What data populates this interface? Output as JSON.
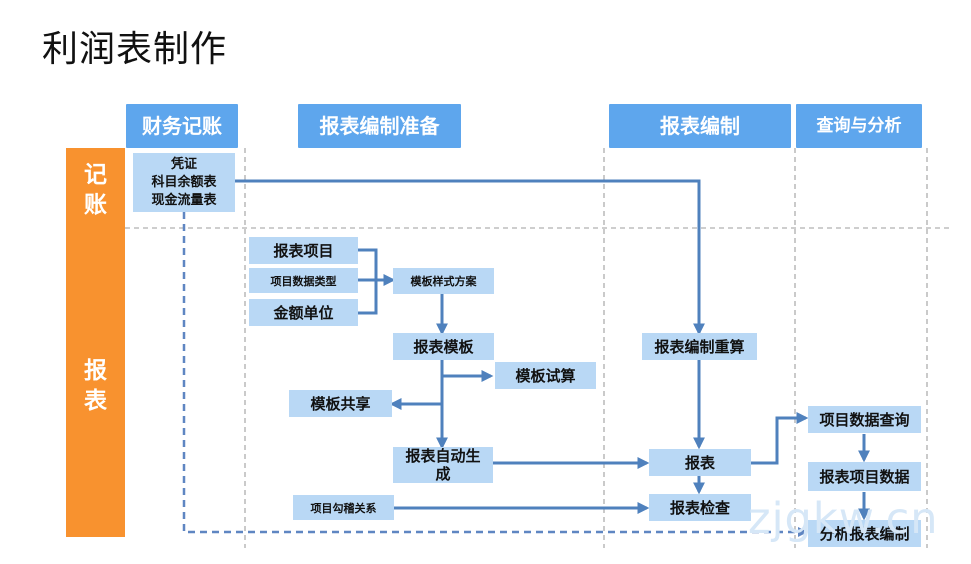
{
  "title": "利润表制作",
  "lanes": {
    "bookkeeping": "财务记账",
    "prep": "报表编制准备",
    "compile": "报表编制",
    "query": "查询与分析"
  },
  "rows": {
    "bookkeeping_label": "记账",
    "report_label": "报表"
  },
  "nodes": {
    "source": [
      "凭证",
      "科目余额表",
      "现金流量表"
    ],
    "report_item": "报表项目",
    "item_data_type": "项目数据类型",
    "amount_unit": "金额单位",
    "template_style": "模板样式方案",
    "report_template": "报表模板",
    "template_trial": "模板试算",
    "template_share": "模板共享",
    "auto_generate": [
      "报表自动生",
      "成"
    ],
    "item_check": "项目勾稽关系",
    "recalc": "报表编制重算",
    "report": "报表",
    "report_check": "报表检查",
    "item_data_query": "项目数据查询",
    "report_item_data": "报表项目数据",
    "analysis": "分析报表编制"
  },
  "watermark": "zjgkw.cn",
  "colors": {
    "lane_header": "#5ea6ed",
    "left_bar": "#f8922f",
    "node_fill": "#b9d8f5",
    "arrow": "#4f81bd"
  }
}
